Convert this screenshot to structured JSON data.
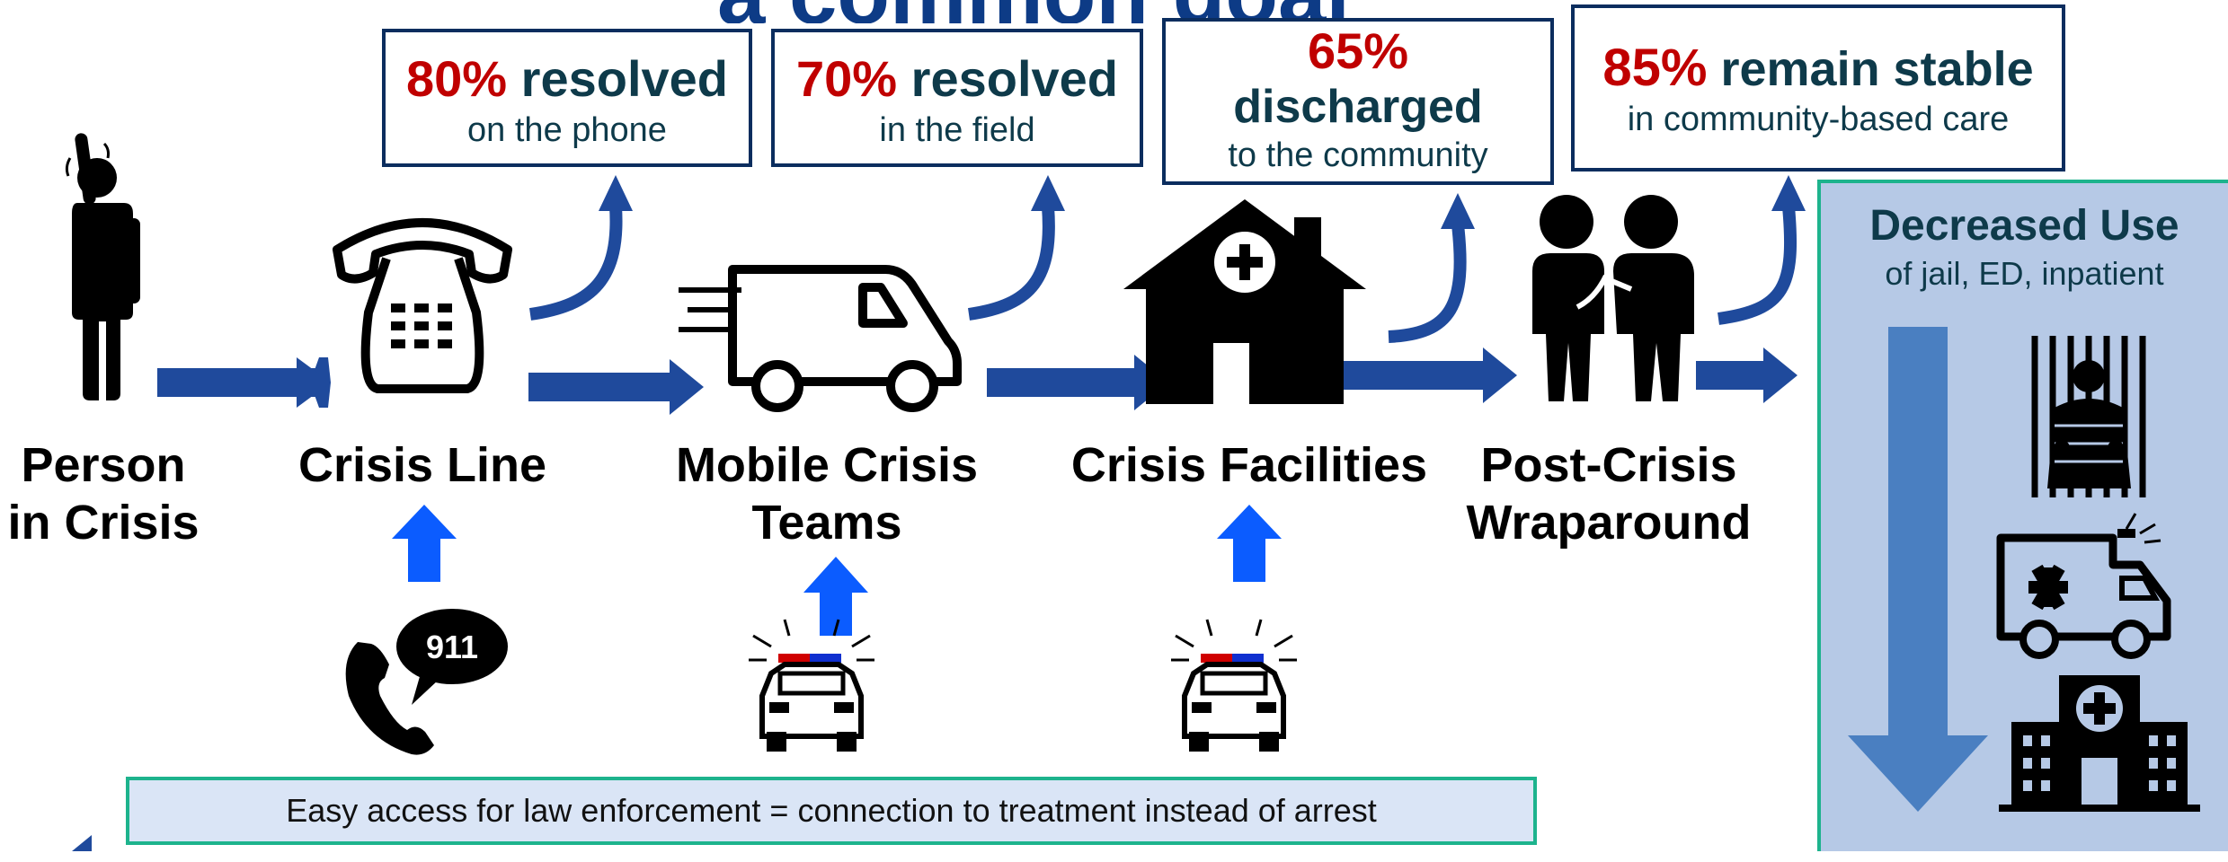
{
  "title": "a common goal",
  "outcomes": [
    {
      "pct": "80%",
      "main": "resolved",
      "sub": "on the phone"
    },
    {
      "pct": "70%",
      "main": "resolved",
      "sub": "in the field"
    },
    {
      "pct": "65%",
      "main": "discharged",
      "sub": "to the community"
    },
    {
      "pct": "85%",
      "main": "remain stable",
      "sub": "in community-based care"
    }
  ],
  "stages": [
    {
      "line1": "Person",
      "line2": "in Crisis"
    },
    {
      "line1": "Crisis Line",
      "line2": ""
    },
    {
      "line1": "Mobile Crisis",
      "line2": "Teams"
    },
    {
      "line1": "Crisis Facilities",
      "line2": ""
    },
    {
      "line1": "Post-Crisis",
      "line2": "Wraparound"
    }
  ],
  "phone_911": "911",
  "law_enforcement_note": "Easy access for law enforcement = connection to treatment instead of arrest",
  "decreased_use": {
    "title": "Decreased Use",
    "subtitle": "of jail, ED, inpatient"
  },
  "icons": [
    "person-waving-icon",
    "telephone-icon",
    "van-icon",
    "crisis-house-icon",
    "supporting-people-icon",
    "phone-911-icon",
    "police-car-icon",
    "jail-icon",
    "ambulance-icon",
    "hospital-icon"
  ],
  "colors": {
    "flow_arrow": "#1f4a9c",
    "up_arrow": "#0b5cff",
    "pct_red": "#c00000",
    "box_border": "#0b2d5e",
    "panel_bg": "#b6c9e6",
    "panel_border": "#1db38d",
    "down_arrow": "#4a7fc1"
  }
}
